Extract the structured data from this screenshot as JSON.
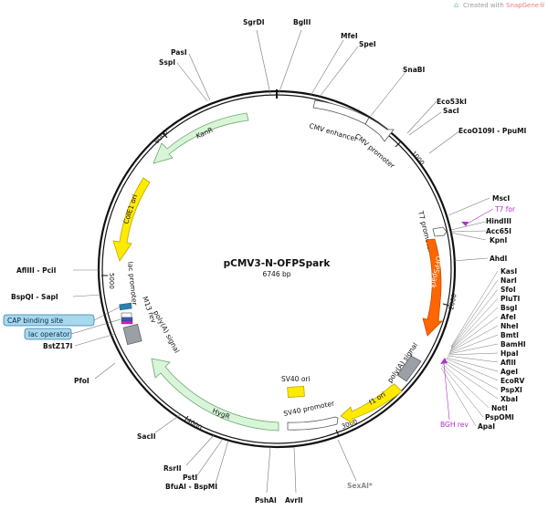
{
  "credit": {
    "prefix": "Created with ",
    "brand": "SnapGene®"
  },
  "plasmid": {
    "name": "pCMV3-N-OFPSpark",
    "size_label": "6746 bp"
  },
  "ticks": [
    "1000",
    "2000",
    "3000",
    "4000",
    "5000",
    "6000"
  ],
  "features": [
    {
      "id": "cmv-enhancer",
      "label": "CMV enhancer"
    },
    {
      "id": "cmv-promoter",
      "label": "CMV promoter"
    },
    {
      "id": "t7-promoter",
      "label": "T7 promoter"
    },
    {
      "id": "ofpspark",
      "label": "OFPSpark"
    },
    {
      "id": "polya-1",
      "label": "poly(A) signal"
    },
    {
      "id": "f1-ori",
      "label": "f1 ori"
    },
    {
      "id": "sv40-promoter",
      "label": "SV40 promoter"
    },
    {
      "id": "sv40-ori",
      "label": "SV40 ori"
    },
    {
      "id": "hygr",
      "label": "HygR"
    },
    {
      "id": "polya-2",
      "label": "poly(A) signal"
    },
    {
      "id": "m13-rev",
      "label": "M13 rev"
    },
    {
      "id": "lac-promoter",
      "label": "lac promoter"
    },
    {
      "id": "cole1-ori",
      "label": "ColE1 ori"
    },
    {
      "id": "kanr",
      "label": "KanR"
    }
  ],
  "sites": [
    {
      "id": "SgrDI",
      "label": "SgrDI"
    },
    {
      "id": "BglII",
      "label": "BglII"
    },
    {
      "id": "MfeI",
      "label": "MfeI"
    },
    {
      "id": "SpeI",
      "label": "SpeI"
    },
    {
      "id": "SnaBI",
      "label": "SnaBI"
    },
    {
      "id": "Eco53kI",
      "label": "Eco53kI"
    },
    {
      "id": "SacI",
      "label": "SacI"
    },
    {
      "id": "EcoO109I",
      "label": "EcoO109I - PpuMI"
    },
    {
      "id": "MscI",
      "label": "MscI"
    },
    {
      "id": "HindIII",
      "label": "HindIII"
    },
    {
      "id": "Acc65I",
      "label": "Acc65I"
    },
    {
      "id": "KpnI",
      "label": "KpnI"
    },
    {
      "id": "AhdI",
      "label": "AhdI"
    },
    {
      "id": "KasI",
      "label": "KasI"
    },
    {
      "id": "NarI",
      "label": "NarI"
    },
    {
      "id": "SfoI",
      "label": "SfoI"
    },
    {
      "id": "PluTI",
      "label": "PluTI"
    },
    {
      "id": "BsgI",
      "label": "BsgI"
    },
    {
      "id": "AfeI",
      "label": "AfeI"
    },
    {
      "id": "NheI",
      "label": "NheI"
    },
    {
      "id": "BmtI",
      "label": "BmtI"
    },
    {
      "id": "BamHI",
      "label": "BamHI"
    },
    {
      "id": "HpaI",
      "label": "HpaI"
    },
    {
      "id": "AflII",
      "label": "AflII"
    },
    {
      "id": "AgeI",
      "label": "AgeI"
    },
    {
      "id": "EcoRV",
      "label": "EcoRV"
    },
    {
      "id": "PspXI",
      "label": "PspXI"
    },
    {
      "id": "XbaI",
      "label": "XbaI"
    },
    {
      "id": "NotI",
      "label": "NotI"
    },
    {
      "id": "PspOMI",
      "label": "PspOMI"
    },
    {
      "id": "ApaI",
      "label": "ApaI"
    },
    {
      "id": "SexAI",
      "label": "SexAI*"
    },
    {
      "id": "AvrII",
      "label": "AvrII"
    },
    {
      "id": "PshAI",
      "label": "PshAI"
    },
    {
      "id": "BfuAI",
      "label": "BfuAI - BspMI"
    },
    {
      "id": "PstI",
      "label": "PstI"
    },
    {
      "id": "RsrII",
      "label": "RsrII"
    },
    {
      "id": "SacII",
      "label": "SacII"
    },
    {
      "id": "PfoI",
      "label": "PfoI"
    },
    {
      "id": "BstZ17I",
      "label": "BstZ17I"
    },
    {
      "id": "BspQI",
      "label": "BspQI - SapI"
    },
    {
      "id": "AflIII",
      "label": "AflIII - PciI"
    },
    {
      "id": "SspI",
      "label": "SspI"
    },
    {
      "id": "PasI",
      "label": "PasI"
    }
  ],
  "primers": [
    {
      "id": "T7for",
      "label": "T7 for"
    },
    {
      "id": "BGHrev",
      "label": "BGH rev"
    }
  ],
  "boxed": [
    {
      "id": "cap",
      "label": "CAP binding site"
    },
    {
      "id": "lacop",
      "label": "lac operator"
    }
  ],
  "colors": {
    "backbone": "#111111",
    "promoter": "#ffffff",
    "gene_green": "#d9f5d9",
    "gene_green_stroke": "#6aa86a",
    "ori_yellow": "#ffea00",
    "ofp_orange": "#ff6600",
    "polya_grey": "#9aa0a6",
    "box_fill": "#a8d8ec",
    "primer": "#b030c8"
  }
}
